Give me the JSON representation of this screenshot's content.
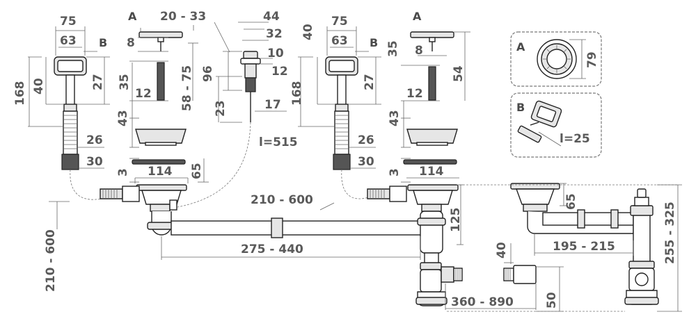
{
  "labels": {
    "a": "A",
    "b": "B"
  },
  "dims": {
    "d75_l": "75",
    "d63_l": "63",
    "d168_l": "168",
    "d40_l": "40",
    "d27_l": "27",
    "d26_l": "26",
    "d30_l": "30",
    "d8_l": "8",
    "d35_l": "35",
    "d12_l": "12",
    "d43_l": "43",
    "d3_l": "3",
    "d114_l": "114",
    "d5875": "58 - 75",
    "d65_l": "65",
    "d2033": "20 - 33",
    "d44": "44",
    "d32": "32",
    "d10": "10",
    "d12_m": "12",
    "d96": "96",
    "d23": "23",
    "d17": "17",
    "l515": "l=515",
    "d75_r": "75",
    "d63_r": "63",
    "d40_r": "40",
    "d35_r": "35",
    "d168_r": "168",
    "d27_r": "27",
    "d26_r": "26",
    "d30_r": "30",
    "d8_r": "8",
    "d54": "54",
    "d12_r": "12",
    "d43_r": "43",
    "d3_r": "3",
    "d114_r": "114",
    "d210600_v": "210 - 600",
    "d210600_h": "210 - 600",
    "d275440": "275 - 440",
    "d125": "125",
    "d65_r": "65",
    "d195215": "195 - 215",
    "d255325": "255 - 325",
    "d40_b": "40",
    "d360890": "360 - 890",
    "d50": "50",
    "d79": "79",
    "l25": "l=25"
  }
}
